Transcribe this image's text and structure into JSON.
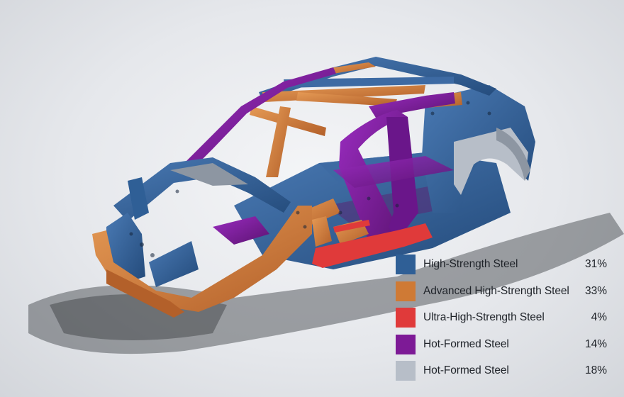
{
  "colors": {
    "high_strength": "#2f5f96",
    "advanced_high_strength": "#cf7a35",
    "ultra_high_strength": "#e03a3a",
    "hot_formed_purple": "#7d1a96",
    "hot_formed_gray": "#b7bec8",
    "background": "#e6e8ec"
  },
  "legend": {
    "items": [
      {
        "label": "High-Strength Steel",
        "percent": "31%",
        "color": "#2f5f96"
      },
      {
        "label": "Advanced High-Strength Steel",
        "percent": "33%",
        "color": "#cf7a35"
      },
      {
        "label": "Ultra-High-Strength Steel",
        "percent": "4%",
        "color": "#e03a3a"
      },
      {
        "label": "Hot-Formed Steel",
        "percent": "14%",
        "color": "#7d1a96"
      },
      {
        "label": "Hot-Formed Steel",
        "percent": "18%",
        "color": "#b7bec8"
      }
    ]
  }
}
